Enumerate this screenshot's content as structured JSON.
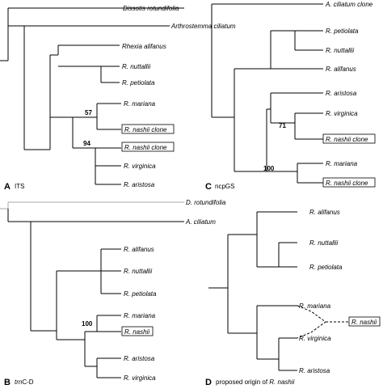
{
  "panels": [
    {
      "id": "A",
      "letter": "A",
      "description": "ITS",
      "taxa": [
        "Dissotis rotundifolia",
        "Arthrostemma ciliatum",
        "Rhexia alifanus",
        "R. nuttallii",
        "R. petiolata",
        "R. mariana",
        "R. nashii clone",
        "R. nashii clone",
        "R. virginica",
        "R. aristosa"
      ],
      "boxed_taxa": [
        6,
        7
      ],
      "support_values": [
        "57",
        "94"
      ]
    },
    {
      "id": "C",
      "letter": "C",
      "description": "ncpGS",
      "taxa": [
        "A. ciliatum clone",
        "R. petiolata",
        "R. nuttallii",
        "R. alifanus",
        "R. aristosa",
        "R. virginica",
        "R. nashii clone",
        "R. mariana",
        "R. nashii clone"
      ],
      "boxed_taxa": [
        6,
        8
      ],
      "support_values": [
        "71",
        "100"
      ]
    },
    {
      "id": "B",
      "letter": "B",
      "description_prefix": "trn",
      "description_suffix": "C-D",
      "taxa": [
        "D. rotundifolia",
        "A. ciliatum",
        "R. alifanus",
        "R. nuttallii",
        "R. petiolata",
        "R. mariana",
        "R. nashii",
        "R. aristosa",
        "R. virginica"
      ],
      "boxed_taxa": [
        6
      ],
      "support_values": [
        "100"
      ]
    },
    {
      "id": "D",
      "letter": "D",
      "description_prefix": "proposed origin of ",
      "description_italic": "R. nashii",
      "taxa": [
        "R. alifanus",
        "R. nuttallii",
        "R. petiolata",
        "R. mariana",
        "R. virginica",
        "R. aristosa",
        "R. nashii"
      ],
      "boxed_taxa": [
        6
      ],
      "support_values": []
    }
  ]
}
